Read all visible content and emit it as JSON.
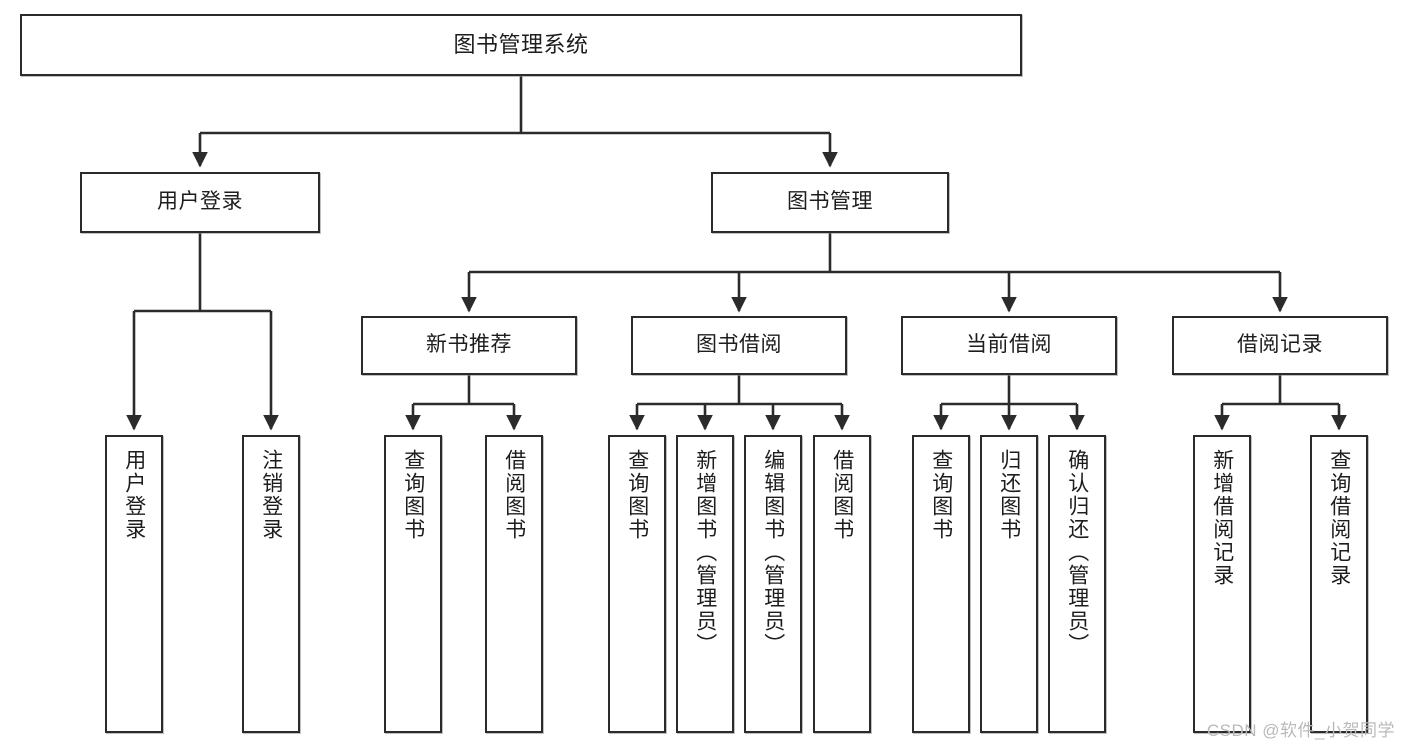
{
  "diagram": {
    "type": "hierarchy-tree",
    "title": "图书管理系统",
    "watermark": "CSDN @软件_小贺同学",
    "colors": {
      "box_border": "#2b2b2b",
      "box_fill": "#ffffff",
      "connector": "#2b2b2b",
      "text": "#1d1d1d",
      "watermark": "#b9b9b9"
    },
    "nodes": {
      "root": {
        "label": "图书管理系统",
        "level": 1
      },
      "level2": [
        {
          "id": "user-login",
          "label": "用户登录"
        },
        {
          "id": "book-manage",
          "label": "图书管理"
        }
      ],
      "level3": [
        {
          "id": "new-book-recommend",
          "label": "新书推荐"
        },
        {
          "id": "book-borrow",
          "label": "图书借阅"
        },
        {
          "id": "current-borrow",
          "label": "当前借阅"
        },
        {
          "id": "borrow-record",
          "label": "借阅记录"
        }
      ],
      "leaves": {
        "user-login": [
          {
            "id": "leaf-user-login",
            "label": "用户登录"
          },
          {
            "id": "leaf-user-logout",
            "label": "注销登录"
          }
        ],
        "new-book-recommend": [
          {
            "id": "leaf-query-book-1",
            "label": "查询图书"
          },
          {
            "id": "leaf-borrow-book-1",
            "label": "借阅图书"
          }
        ],
        "book-borrow": [
          {
            "id": "leaf-query-book-2",
            "label": "查询图书"
          },
          {
            "id": "leaf-add-book",
            "label": "新增图书（管理员）"
          },
          {
            "id": "leaf-edit-book",
            "label": "编辑图书（管理员）"
          },
          {
            "id": "leaf-borrow-book-2",
            "label": "借阅图书"
          }
        ],
        "current-borrow": [
          {
            "id": "leaf-query-book-3",
            "label": "查询图书"
          },
          {
            "id": "leaf-return-book",
            "label": "归还图书"
          },
          {
            "id": "leaf-confirm-return",
            "label": "确认归还（管理员）"
          }
        ],
        "borrow-record": [
          {
            "id": "leaf-add-record",
            "label": "新增借阅记录"
          },
          {
            "id": "leaf-query-record",
            "label": "查询借阅记录"
          }
        ]
      }
    }
  }
}
